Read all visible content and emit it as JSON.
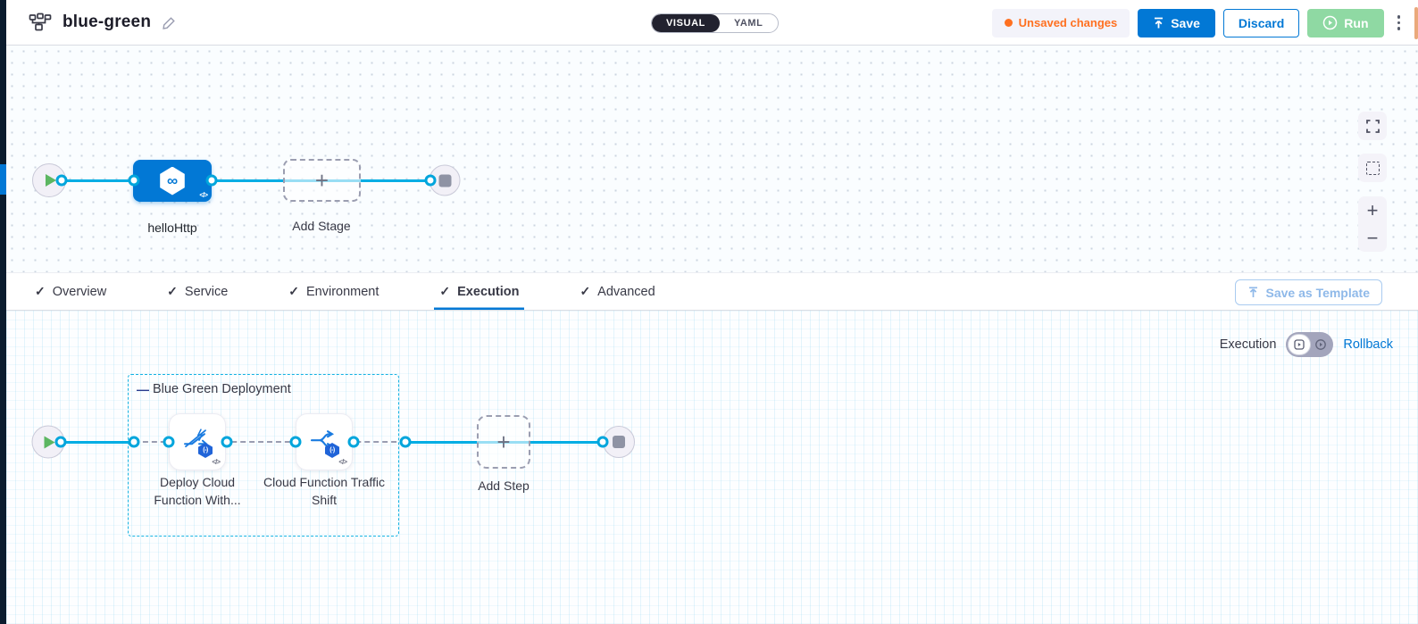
{
  "header": {
    "title": "blue-green",
    "mode_toggle": {
      "visual_label": "VISUAL",
      "yaml_label": "YAML",
      "active": "VISUAL"
    },
    "unsaved_changes_label": "Unsaved changes",
    "save_label": "Save",
    "discard_label": "Discard",
    "run_label": "Run"
  },
  "stage_pipeline": {
    "stage_label": "helloHttp",
    "add_stage_label": "Add Stage",
    "zoom_in_label": "+",
    "zoom_out_label": "−"
  },
  "tabs": {
    "items": [
      {
        "label": "Overview"
      },
      {
        "label": "Service"
      },
      {
        "label": "Environment"
      },
      {
        "label": "Execution"
      },
      {
        "label": "Advanced"
      }
    ],
    "active_tab": "Execution",
    "save_as_template_label": "Save as Template"
  },
  "execution_section": {
    "mode_label": "Execution",
    "rollback_label": "Rollback",
    "group_label": "Blue Green Deployment",
    "group_collapse_glyph": "—",
    "steps": [
      {
        "label": "Deploy Cloud Function With..."
      },
      {
        "label": "Cloud Function Traffic Shift"
      }
    ],
    "add_step_label": "Add Step"
  },
  "icons": {
    "stage_glyph": "∞",
    "code_glyph": "</>",
    "fn_badge_glyph": "(-)",
    "check_glyph": "✓",
    "kebab": "more-options"
  },
  "colors": {
    "primary_blue": "#0278d5",
    "connector_cyan": "#00ade4",
    "unsaved_orange": "#ff7020",
    "run_green": "#8fd9a3",
    "toggle_dark": "#22222f",
    "group_border_cyan": "#14b2e2"
  }
}
